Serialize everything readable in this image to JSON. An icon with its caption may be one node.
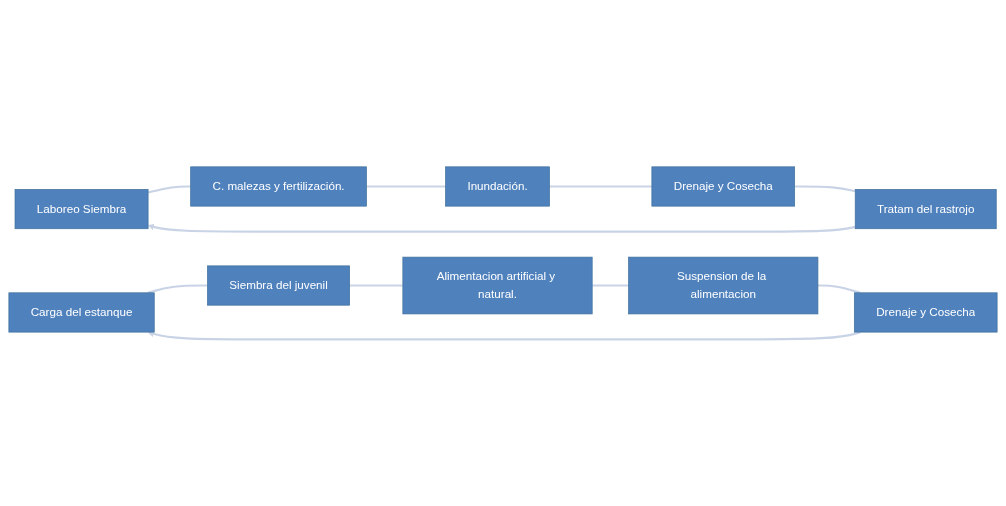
{
  "diagram": {
    "nodes": [
      {
        "text": [
          "Laboreo Siembra"
        ]
      },
      {
        "text": [
          "C. malezas y fertilización."
        ]
      },
      {
        "text": [
          "Inundación."
        ]
      },
      {
        "text": [
          "Drenaje y Cosecha"
        ]
      },
      {
        "text": [
          "Tratam del rastrojo"
        ]
      },
      {
        "text": [
          "Carga del estanque"
        ]
      },
      {
        "text": [
          "Siembra del juvenil"
        ]
      },
      {
        "text": [
          "Alimentacion artificial y natural."
        ]
      },
      {
        "text": [
          "Suspension de la alimentacion"
        ]
      },
      {
        "text": [
          "Drenaje y Cosecha"
        ]
      }
    ],
    "edges": [
      {
        "from": 0,
        "to": 1,
        "arrow": "none"
      },
      {
        "from": 1,
        "to": 2,
        "arrow": "none"
      },
      {
        "from": 2,
        "to": 3,
        "arrow": "none"
      },
      {
        "from": 3,
        "to": 4,
        "arrow": "none"
      },
      {
        "from": 4,
        "to": 0,
        "arrow": "to"
      },
      {
        "from": 5,
        "to": 6,
        "arrow": "none"
      },
      {
        "from": 6,
        "to": 7,
        "arrow": "none"
      },
      {
        "from": 7,
        "to": 8,
        "arrow": "none"
      },
      {
        "from": 8,
        "to": 9,
        "arrow": "none"
      },
      {
        "from": 9,
        "to": 5,
        "arrow": "to"
      }
    ]
  }
}
